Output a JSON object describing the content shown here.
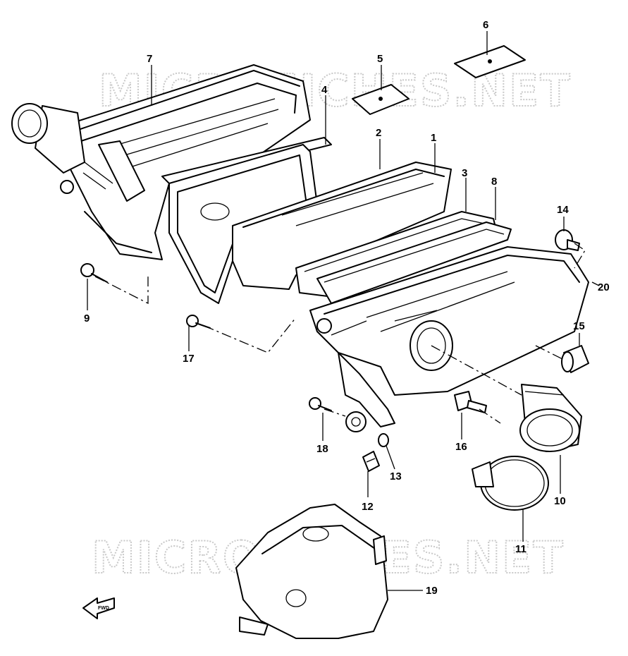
{
  "watermarks": [
    "MICROFICHES.NET",
    "MICROFICHES.NET"
  ],
  "callouts": [
    {
      "id": "7",
      "label": "7"
    },
    {
      "id": "4",
      "label": "4"
    },
    {
      "id": "5",
      "label": "5"
    },
    {
      "id": "6",
      "label": "6"
    },
    {
      "id": "2",
      "label": "2"
    },
    {
      "id": "1",
      "label": "1"
    },
    {
      "id": "3",
      "label": "3"
    },
    {
      "id": "8",
      "label": "8"
    },
    {
      "id": "14",
      "label": "14"
    },
    {
      "id": "20",
      "label": "20"
    },
    {
      "id": "9",
      "label": "9"
    },
    {
      "id": "17",
      "label": "17"
    },
    {
      "id": "15",
      "label": "15"
    },
    {
      "id": "18",
      "label": "18"
    },
    {
      "id": "16",
      "label": "16"
    },
    {
      "id": "13",
      "label": "13"
    },
    {
      "id": "12",
      "label": "12"
    },
    {
      "id": "10",
      "label": "10"
    },
    {
      "id": "11",
      "label": "11"
    },
    {
      "id": "19",
      "label": "19"
    }
  ],
  "arrow_label": "FWD"
}
